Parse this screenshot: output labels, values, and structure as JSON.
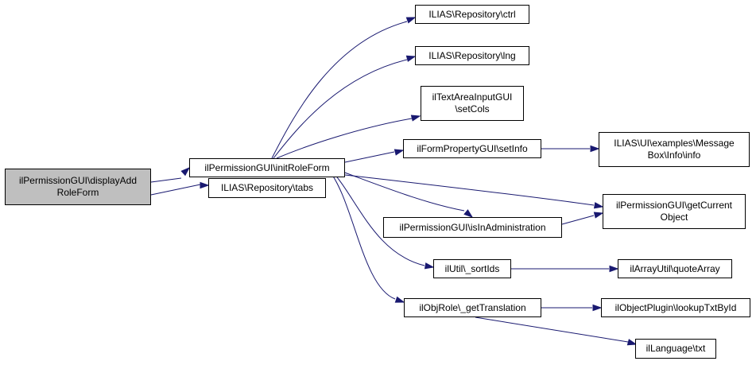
{
  "diagram": {
    "colors": {
      "edge": "#191970",
      "node_border": "#000000",
      "node_fill": "#ffffff",
      "root_fill": "#bfbfbf"
    },
    "nodes": {
      "root": "ilPermissionGUI\\displayAdd\nRoleForm",
      "initRoleForm": "ilPermissionGUI\\initRoleForm",
      "tabs": "ILIAS\\Repository\\tabs",
      "ctrl": "ILIAS\\Repository\\ctrl",
      "lng": "ILIAS\\Repository\\lng",
      "setCols": "ilTextAreaInputGUI\n\\setCols",
      "setInfo": "ilFormPropertyGUI\\setInfo",
      "messageBoxInfo": "ILIAS\\UI\\examples\\Message\nBox\\Info\\info",
      "getCurrentObject": "ilPermissionGUI\\getCurrent\nObject",
      "isInAdministration": "ilPermissionGUI\\isInAdministration",
      "sortIds": "ilUtil\\_sortIds",
      "quoteArray": "ilArrayUtil\\quoteArray",
      "getTranslation": "ilObjRole\\_getTranslation",
      "lookupTxtById": "ilObjectPlugin\\lookupTxtById",
      "txt": "ilLanguage\\txt"
    }
  }
}
